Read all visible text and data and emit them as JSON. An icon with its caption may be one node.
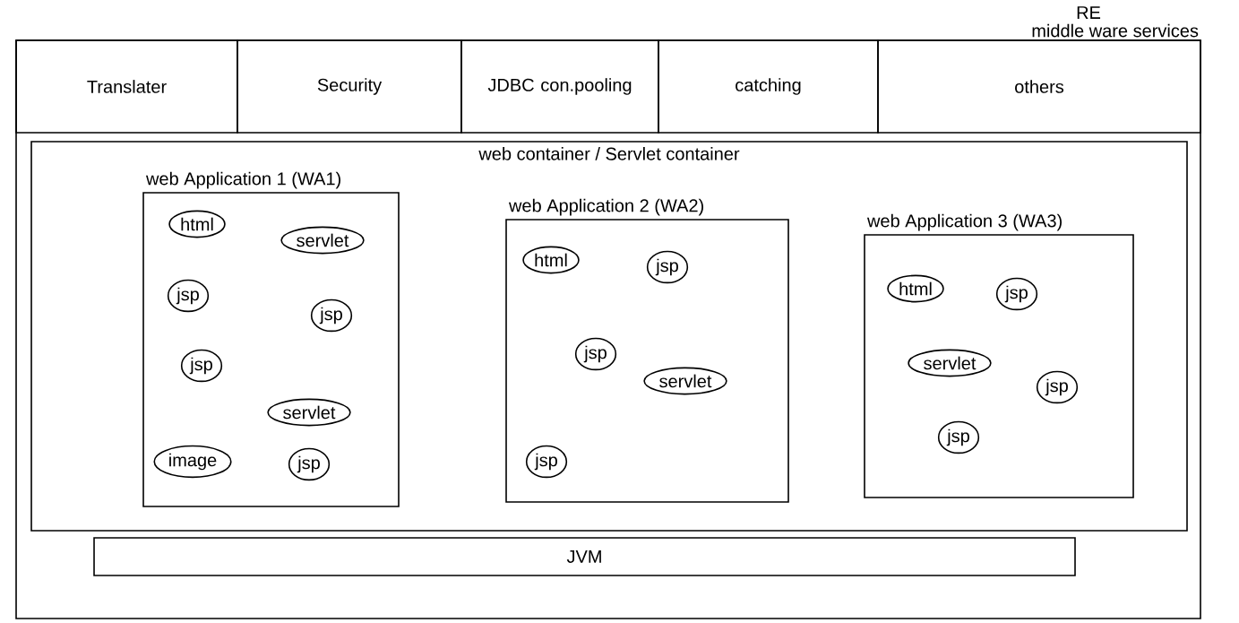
{
  "diagram": {
    "nodes": [
      {
        "text": [
          "middle ware services"
        ]
      },
      {
        "text": [
          "Translater"
        ],
        "in": 0
      },
      {
        "text": [
          "Security"
        ],
        "in": 0
      },
      {
        "text": [
          "JDBC con.pooling"
        ],
        "in": 0
      },
      {
        "text": [
          "catching"
        ],
        "in": 0
      },
      {
        "text": [
          "others"
        ],
        "in": 0
      },
      {
        "text": [
          "web container / Servlet container"
        ],
        "in": 0
      },
      {
        "text": [
          "web Application 1 (WA1)"
        ],
        "in": 6
      },
      {
        "text": [
          "html"
        ],
        "in": 7
      },
      {
        "text": [
          "servlet"
        ],
        "in": 7
      },
      {
        "text": [
          "jsp"
        ],
        "in": 7
      },
      {
        "text": [
          "jsp"
        ],
        "in": 7
      },
      {
        "text": [
          "jsp"
        ],
        "in": 7
      },
      {
        "text": [
          "servlet"
        ],
        "in": 7
      },
      {
        "text": [
          "image"
        ],
        "in": 7
      },
      {
        "text": [
          "jsp"
        ],
        "in": 7
      },
      {
        "text": [
          "web Application 2 (WA2)"
        ],
        "in": 6
      },
      {
        "text": [
          "html"
        ],
        "in": 16
      },
      {
        "text": [
          "jsp"
        ],
        "in": 16
      },
      {
        "text": [
          "jsp"
        ],
        "in": 16
      },
      {
        "text": [
          "servlet"
        ],
        "in": 16
      },
      {
        "text": [
          "jsp"
        ],
        "in": 16
      },
      {
        "text": [
          "web Application 3 (WA3)"
        ],
        "in": 6
      },
      {
        "text": [
          "html"
        ],
        "in": 22
      },
      {
        "text": [
          "jsp"
        ],
        "in": 22
      },
      {
        "text": [
          "servlet"
        ],
        "in": 22
      },
      {
        "text": [
          "jsp"
        ],
        "in": 22
      },
      {
        "text": [
          "jsp"
        ],
        "in": 22
      },
      {
        "text": [
          "JVM"
        ],
        "in": 0
      }
    ],
    "edges": [],
    "labels": [
      "RE"
    ]
  }
}
